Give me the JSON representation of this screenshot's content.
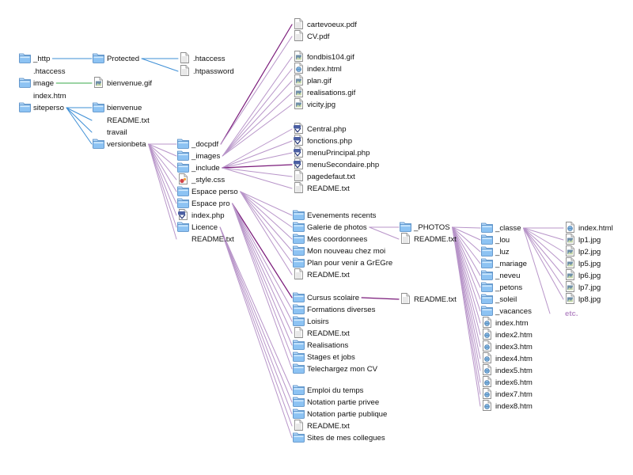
{
  "colors": {
    "line_purple": "#b895c9",
    "line_dark_purple": "#7a1a7a",
    "line_blue": "#3e8fd6",
    "line_green": "#39a84a",
    "folder_body": "#8dc3f3",
    "folder_tab": "#b9dcfb",
    "folder_stroke": "#4f88c2",
    "etc_text": "#b98fc8"
  },
  "nodes": {
    "http": {
      "label": "_http",
      "icon": "folder"
    },
    "htaccess_root": {
      "label": ".htaccess",
      "icon": "none"
    },
    "image": {
      "label": "image",
      "icon": "folder"
    },
    "index_htm_root": {
      "label": "index.htm",
      "icon": "none"
    },
    "siteperso": {
      "label": "siteperso",
      "icon": "folder"
    },
    "protected": {
      "label": "Protected",
      "icon": "folder"
    },
    "htaccess_p": {
      "label": ".htaccess",
      "icon": "file"
    },
    "htpassword": {
      "label": ".htpassword",
      "icon": "file"
    },
    "bienvenue_gif": {
      "label": "bienvenue.gif",
      "icon": "image-file"
    },
    "bienvenue": {
      "label": "bienvenue",
      "icon": "folder"
    },
    "readme_sp": {
      "label": "README.txt",
      "icon": "none"
    },
    "travail": {
      "label": "travail",
      "icon": "none"
    },
    "versionbeta": {
      "label": "versionbeta",
      "icon": "folder"
    },
    "docpdf": {
      "label": "_docpdf",
      "icon": "folder"
    },
    "images": {
      "label": "_images",
      "icon": "folder"
    },
    "include": {
      "label": "_include",
      "icon": "folder"
    },
    "style_css": {
      "label": "_style.css",
      "icon": "css-file"
    },
    "espace_perso": {
      "label": "Espace perso",
      "icon": "folder"
    },
    "espace_pro": {
      "label": "Espace pro",
      "icon": "folder"
    },
    "index_php": {
      "label": "index.php",
      "icon": "php-file"
    },
    "licence": {
      "label": "Licence",
      "icon": "folder"
    },
    "readme_vb": {
      "label": "README.txt",
      "icon": "none"
    },
    "cartevoeux": {
      "label": "cartevoeux.pdf",
      "icon": "file"
    },
    "cv_pdf": {
      "label": "CV.pdf",
      "icon": "file"
    },
    "fondbis": {
      "label": "fondbis104.gif",
      "icon": "image-file"
    },
    "index_html_img": {
      "label": "index.html",
      "icon": "html-file"
    },
    "plan_gif": {
      "label": "plan.gif",
      "icon": "image-file"
    },
    "realisations_gif": {
      "label": "realisations.gif",
      "icon": "image-file"
    },
    "vicity": {
      "label": "vicity.jpg",
      "icon": "image-file"
    },
    "central": {
      "label": "Central.php",
      "icon": "php-file"
    },
    "fonctions": {
      "label": "fonctions.php",
      "icon": "php-file"
    },
    "menuprincipal": {
      "label": "menuPrincipal.php",
      "icon": "php-file"
    },
    "menusecondaire": {
      "label": "menuSecondaire.php",
      "icon": "php-file"
    },
    "pagedefaut": {
      "label": "pagedefaut.txt",
      "icon": "file"
    },
    "readme_inc": {
      "label": "README.txt",
      "icon": "file"
    },
    "evenements": {
      "label": "Evenements recents",
      "icon": "folder"
    },
    "galerie": {
      "label": "Galerie de photos",
      "icon": "folder"
    },
    "coordonnees": {
      "label": "Mes coordonnees",
      "icon": "folder"
    },
    "nouveau": {
      "label": "Mon nouveau chez moi",
      "icon": "folder"
    },
    "plan_venir": {
      "label": "Plan pour venir a GrEGre",
      "icon": "folder"
    },
    "readme_ep": {
      "label": "README.txt",
      "icon": "file"
    },
    "cursus": {
      "label": "Cursus scolaire",
      "icon": "folder"
    },
    "formations": {
      "label": "Formations diverses",
      "icon": "folder"
    },
    "loisirs": {
      "label": "Loisirs",
      "icon": "folder"
    },
    "readme_pro": {
      "label": "README.txt",
      "icon": "file"
    },
    "realisations": {
      "label": "Realisations",
      "icon": "folder"
    },
    "stages": {
      "label": "Stages et jobs",
      "icon": "folder"
    },
    "telechargez": {
      "label": "Telechargez mon CV",
      "icon": "folder"
    },
    "emploi": {
      "label": "Emploi du temps",
      "icon": "folder"
    },
    "notation_privee": {
      "label": "Notation partie privee",
      "icon": "folder"
    },
    "notation_publique": {
      "label": "Notation partie publique",
      "icon": "folder"
    },
    "readme_lic": {
      "label": "README.txt",
      "icon": "file"
    },
    "sites": {
      "label": "Sites de mes collegues",
      "icon": "folder"
    },
    "photos": {
      "label": "_PHOTOS",
      "icon": "folder"
    },
    "readme_gal": {
      "label": "README.txt",
      "icon": "file"
    },
    "readme_cur": {
      "label": "README.txt",
      "icon": "file"
    },
    "classe": {
      "label": "_classe",
      "icon": "folder"
    },
    "lou": {
      "label": "_lou",
      "icon": "folder"
    },
    "luz": {
      "label": "_luz",
      "icon": "folder"
    },
    "mariage": {
      "label": "_mariage",
      "icon": "folder"
    },
    "neveu": {
      "label": "_neveu",
      "icon": "folder"
    },
    "petons": {
      "label": "_petons",
      "icon": "folder"
    },
    "soleil": {
      "label": "_soleil",
      "icon": "folder"
    },
    "vacances": {
      "label": "_vacances",
      "icon": "folder"
    },
    "idx1": {
      "label": "index.htm",
      "icon": "html-file"
    },
    "idx2": {
      "label": "index2.htm",
      "icon": "html-file"
    },
    "idx3": {
      "label": "index3.htm",
      "icon": "html-file"
    },
    "idx4": {
      "label": "index4.htm",
      "icon": "html-file"
    },
    "idx5": {
      "label": "index5.htm",
      "icon": "html-file"
    },
    "idx6": {
      "label": "index6.htm",
      "icon": "html-file"
    },
    "idx7": {
      "label": "index7.htm",
      "icon": "html-file"
    },
    "idx8": {
      "label": "index8.htm",
      "icon": "html-file"
    },
    "index_html_cl": {
      "label": "index.html",
      "icon": "html-file"
    },
    "lp1": {
      "label": "lp1.jpg",
      "icon": "image-file"
    },
    "lp2": {
      "label": "lp2.jpg",
      "icon": "image-file"
    },
    "lp5": {
      "label": "lp5.jpg",
      "icon": "image-file"
    },
    "lp6": {
      "label": "lp6.jpg",
      "icon": "image-file"
    },
    "lp7": {
      "label": "lp7.jpg",
      "icon": "image-file"
    },
    "lp8": {
      "label": "lp8.jpg",
      "icon": "image-file"
    },
    "etc": {
      "label": "etc.",
      "icon": "none"
    }
  },
  "edges": [
    {
      "from": "http",
      "to": "protected",
      "color": "blue"
    },
    {
      "from": "protected",
      "to": "htaccess_p",
      "color": "blue"
    },
    {
      "from": "protected",
      "to": "htpassword",
      "color": "blue"
    },
    {
      "from": "image",
      "to": "bienvenue_gif",
      "color": "green"
    },
    {
      "from": "siteperso",
      "to": "bienvenue",
      "color": "blue"
    },
    {
      "from": "siteperso",
      "to": "readme_sp",
      "color": "blue"
    },
    {
      "from": "siteperso",
      "to": "travail",
      "color": "blue"
    },
    {
      "from": "siteperso",
      "to": "versionbeta",
      "color": "blue"
    },
    {
      "from": "versionbeta",
      "to": "docpdf",
      "color": "purple"
    },
    {
      "from": "versionbeta",
      "to": "images",
      "color": "purple"
    },
    {
      "from": "versionbeta",
      "to": "include",
      "color": "purple"
    },
    {
      "from": "versionbeta",
      "to": "style_css",
      "color": "purple"
    },
    {
      "from": "versionbeta",
      "to": "espace_perso",
      "color": "purple"
    },
    {
      "from": "versionbeta",
      "to": "espace_pro",
      "color": "purple"
    },
    {
      "from": "versionbeta",
      "to": "index_php",
      "color": "purple"
    },
    {
      "from": "versionbeta",
      "to": "licence",
      "color": "purple"
    },
    {
      "from": "versionbeta",
      "to": "readme_vb",
      "color": "purple"
    },
    {
      "from": "docpdf",
      "to": "cartevoeux",
      "color": "dark"
    },
    {
      "from": "docpdf",
      "to": "cv_pdf",
      "color": "purple"
    },
    {
      "from": "images",
      "to": "fondbis",
      "color": "purple"
    },
    {
      "from": "images",
      "to": "index_html_img",
      "color": "purple"
    },
    {
      "from": "images",
      "to": "plan_gif",
      "color": "purple"
    },
    {
      "from": "images",
      "to": "realisations_gif",
      "color": "purple"
    },
    {
      "from": "images",
      "to": "vicity",
      "color": "purple"
    },
    {
      "from": "include",
      "to": "central",
      "color": "purple"
    },
    {
      "from": "include",
      "to": "fonctions",
      "color": "purple"
    },
    {
      "from": "include",
      "to": "menuprincipal",
      "color": "purple"
    },
    {
      "from": "include",
      "to": "menusecondaire",
      "color": "dark"
    },
    {
      "from": "include",
      "to": "pagedefaut",
      "color": "purple"
    },
    {
      "from": "include",
      "to": "readme_inc",
      "color": "purple"
    },
    {
      "from": "espace_perso",
      "to": "evenements",
      "color": "purple"
    },
    {
      "from": "espace_perso",
      "to": "galerie",
      "color": "purple"
    },
    {
      "from": "espace_perso",
      "to": "coordonnees",
      "color": "purple"
    },
    {
      "from": "espace_perso",
      "to": "nouveau",
      "color": "purple"
    },
    {
      "from": "espace_perso",
      "to": "plan_venir",
      "color": "purple"
    },
    {
      "from": "espace_perso",
      "to": "readme_ep",
      "color": "purple"
    },
    {
      "from": "espace_pro",
      "to": "cursus",
      "color": "dark"
    },
    {
      "from": "espace_pro",
      "to": "formations",
      "color": "purple"
    },
    {
      "from": "espace_pro",
      "to": "loisirs",
      "color": "purple"
    },
    {
      "from": "espace_pro",
      "to": "readme_pro",
      "color": "purple"
    },
    {
      "from": "espace_pro",
      "to": "realisations",
      "color": "purple"
    },
    {
      "from": "espace_pro",
      "to": "stages",
      "color": "purple"
    },
    {
      "from": "espace_pro",
      "to": "telechargez",
      "color": "purple"
    },
    {
      "from": "licence",
      "to": "emploi",
      "color": "purple"
    },
    {
      "from": "licence",
      "to": "notation_privee",
      "color": "purple"
    },
    {
      "from": "licence",
      "to": "notation_publique",
      "color": "purple"
    },
    {
      "from": "licence",
      "to": "readme_lic",
      "color": "purple"
    },
    {
      "from": "licence",
      "to": "sites",
      "color": "purple"
    },
    {
      "from": "galerie",
      "to": "photos",
      "color": "purple"
    },
    {
      "from": "galerie",
      "to": "readme_gal",
      "color": "purple"
    },
    {
      "from": "cursus",
      "to": "readme_cur",
      "color": "dark"
    },
    {
      "from": "photos",
      "to": "classe",
      "color": "purple"
    },
    {
      "from": "photos",
      "to": "lou",
      "color": "purple"
    },
    {
      "from": "photos",
      "to": "luz",
      "color": "purple"
    },
    {
      "from": "photos",
      "to": "mariage",
      "color": "purple"
    },
    {
      "from": "photos",
      "to": "neveu",
      "color": "purple"
    },
    {
      "from": "photos",
      "to": "petons",
      "color": "purple"
    },
    {
      "from": "photos",
      "to": "soleil",
      "color": "purple"
    },
    {
      "from": "photos",
      "to": "vacances",
      "color": "purple"
    },
    {
      "from": "photos",
      "to": "idx1",
      "color": "purple"
    },
    {
      "from": "photos",
      "to": "idx2",
      "color": "purple"
    },
    {
      "from": "photos",
      "to": "idx3",
      "color": "purple"
    },
    {
      "from": "photos",
      "to": "idx4",
      "color": "purple"
    },
    {
      "from": "photos",
      "to": "idx5",
      "color": "purple"
    },
    {
      "from": "photos",
      "to": "idx6",
      "color": "purple"
    },
    {
      "from": "photos",
      "to": "idx7",
      "color": "purple"
    },
    {
      "from": "photos",
      "to": "idx8",
      "color": "purple"
    },
    {
      "from": "classe",
      "to": "index_html_cl",
      "color": "purple"
    },
    {
      "from": "classe",
      "to": "lp1",
      "color": "purple"
    },
    {
      "from": "classe",
      "to": "lp2",
      "color": "purple"
    },
    {
      "from": "classe",
      "to": "lp5",
      "color": "purple"
    },
    {
      "from": "classe",
      "to": "lp6",
      "color": "purple"
    },
    {
      "from": "classe",
      "to": "lp7",
      "color": "purple"
    },
    {
      "from": "classe",
      "to": "lp8",
      "color": "purple"
    },
    {
      "from": "classe",
      "to": "etc",
      "color": "purple"
    }
  ]
}
